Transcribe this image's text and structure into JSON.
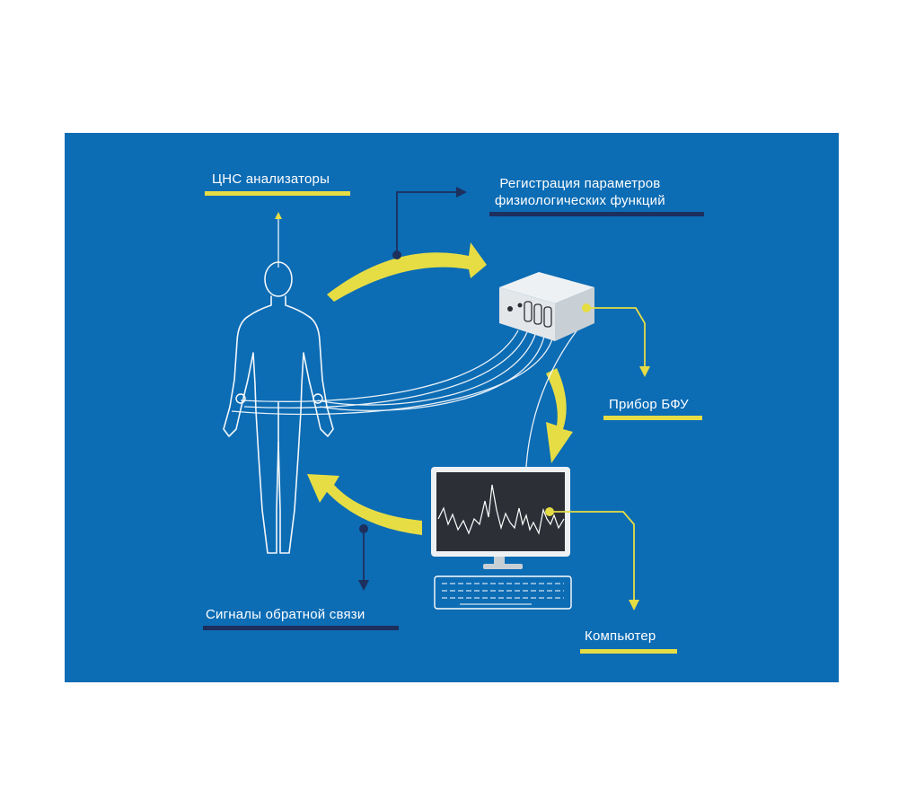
{
  "colors": {
    "background": "#0c6cb4",
    "accent_yellow": "#e6dd45",
    "navy": "#1d2f5c",
    "line_white": "#ffffff",
    "screen_dark": "#2c2f36"
  },
  "labels": {
    "cns": "ЦНС анализаторы",
    "registration_line1": "Регистрация параметров",
    "registration_line2": "физиологических функций",
    "device": "Прибор БФУ",
    "feedback": "Сигналы обратной связи",
    "computer": "Компьютер"
  },
  "icons": {
    "human": "human-figure-icon",
    "device": "biofeedback-device-icon",
    "monitor": "monitor-icon",
    "keyboard": "keyboard-icon"
  }
}
